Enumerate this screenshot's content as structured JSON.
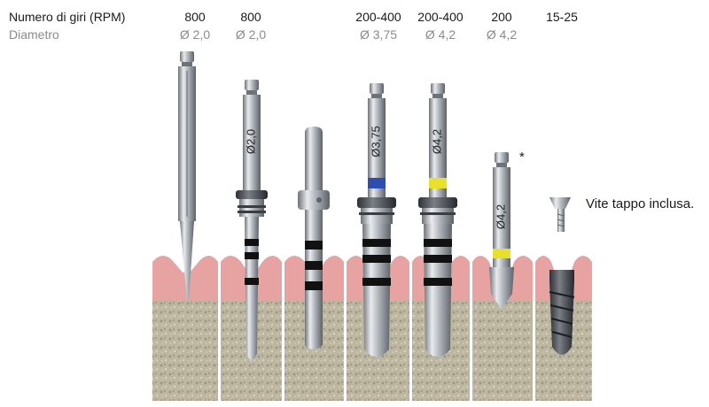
{
  "header": {
    "row1_label": "Numero di giri (RPM)",
    "row2_label": "Diametro"
  },
  "columns": [
    {
      "rpm": "800",
      "diameter": "Ø 2,0"
    },
    {
      "rpm": "800",
      "diameter": "Ø 2,0"
    },
    {
      "rpm": "",
      "diameter": ""
    },
    {
      "rpm": "200-400",
      "diameter": "Ø 3,75"
    },
    {
      "rpm": "200-400",
      "diameter": "Ø 4,2"
    },
    {
      "rpm": "200",
      "diameter": "Ø 4,2"
    },
    {
      "rpm": "15-25",
      "diameter": ""
    }
  ],
  "tool_markings": {
    "drill2": "Ø2,0",
    "drill4": "Ø3,75",
    "drill5": "Ø4,2",
    "drill6": "Ø4,2"
  },
  "asterisk": "*",
  "note": "Vite tappo inclusa.",
  "colors": {
    "gum": "#e6a3a1",
    "bone": "#b9b29c",
    "metal": "#b8bcc2",
    "ring_blue": "#2e4db0",
    "ring_yellow": "#e8e02a",
    "implant": "#4a4d52"
  }
}
